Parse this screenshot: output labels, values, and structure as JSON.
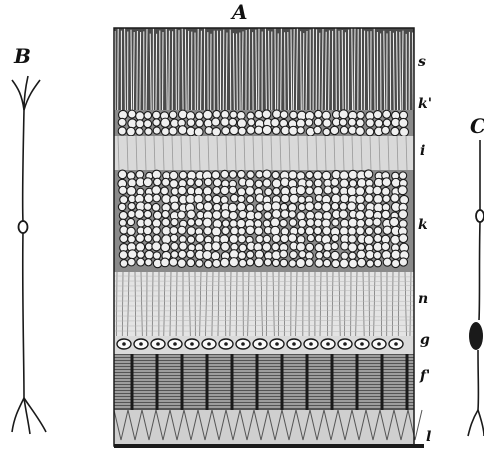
{
  "figure": {
    "panels": [
      {
        "id": "A",
        "label": "A",
        "description_role": "retina-section"
      },
      {
        "id": "B",
        "label": "B",
        "description_role": "isolated-cell"
      },
      {
        "id": "C",
        "label": "C",
        "description_role": "isolated-cell"
      }
    ],
    "layers": [
      {
        "id": "s",
        "label": "s"
      },
      {
        "id": "k1",
        "label": "k'"
      },
      {
        "id": "i",
        "label": "i"
      },
      {
        "id": "k",
        "label": "k"
      },
      {
        "id": "n",
        "label": "n"
      },
      {
        "id": "g",
        "label": "g"
      },
      {
        "id": "f",
        "label": "f'"
      },
      {
        "id": "l",
        "label": "l"
      }
    ],
    "colors": {
      "ink": "#1a1a1a",
      "paper": "#ffffff",
      "pale": "#d9d9d9"
    }
  }
}
